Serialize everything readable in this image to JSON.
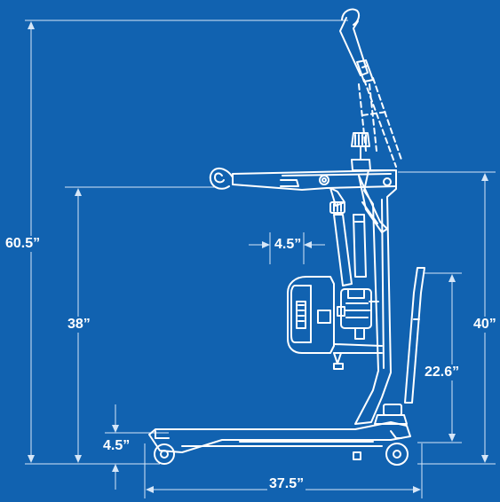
{
  "diagram": {
    "subject": "patient-lift-side-elevation",
    "background_color": "#1162b0",
    "line_color": "#ffffff",
    "dimension_line_color": "#d6e6f7",
    "dimensions": {
      "overall_height": "60.5”",
      "boom_height": "38”",
      "mast_height": "40”",
      "spreader_offset": "4.5”",
      "push_handle_height": "22.6”",
      "base_clearance": "4.5”",
      "base_length": "37.5”"
    }
  }
}
